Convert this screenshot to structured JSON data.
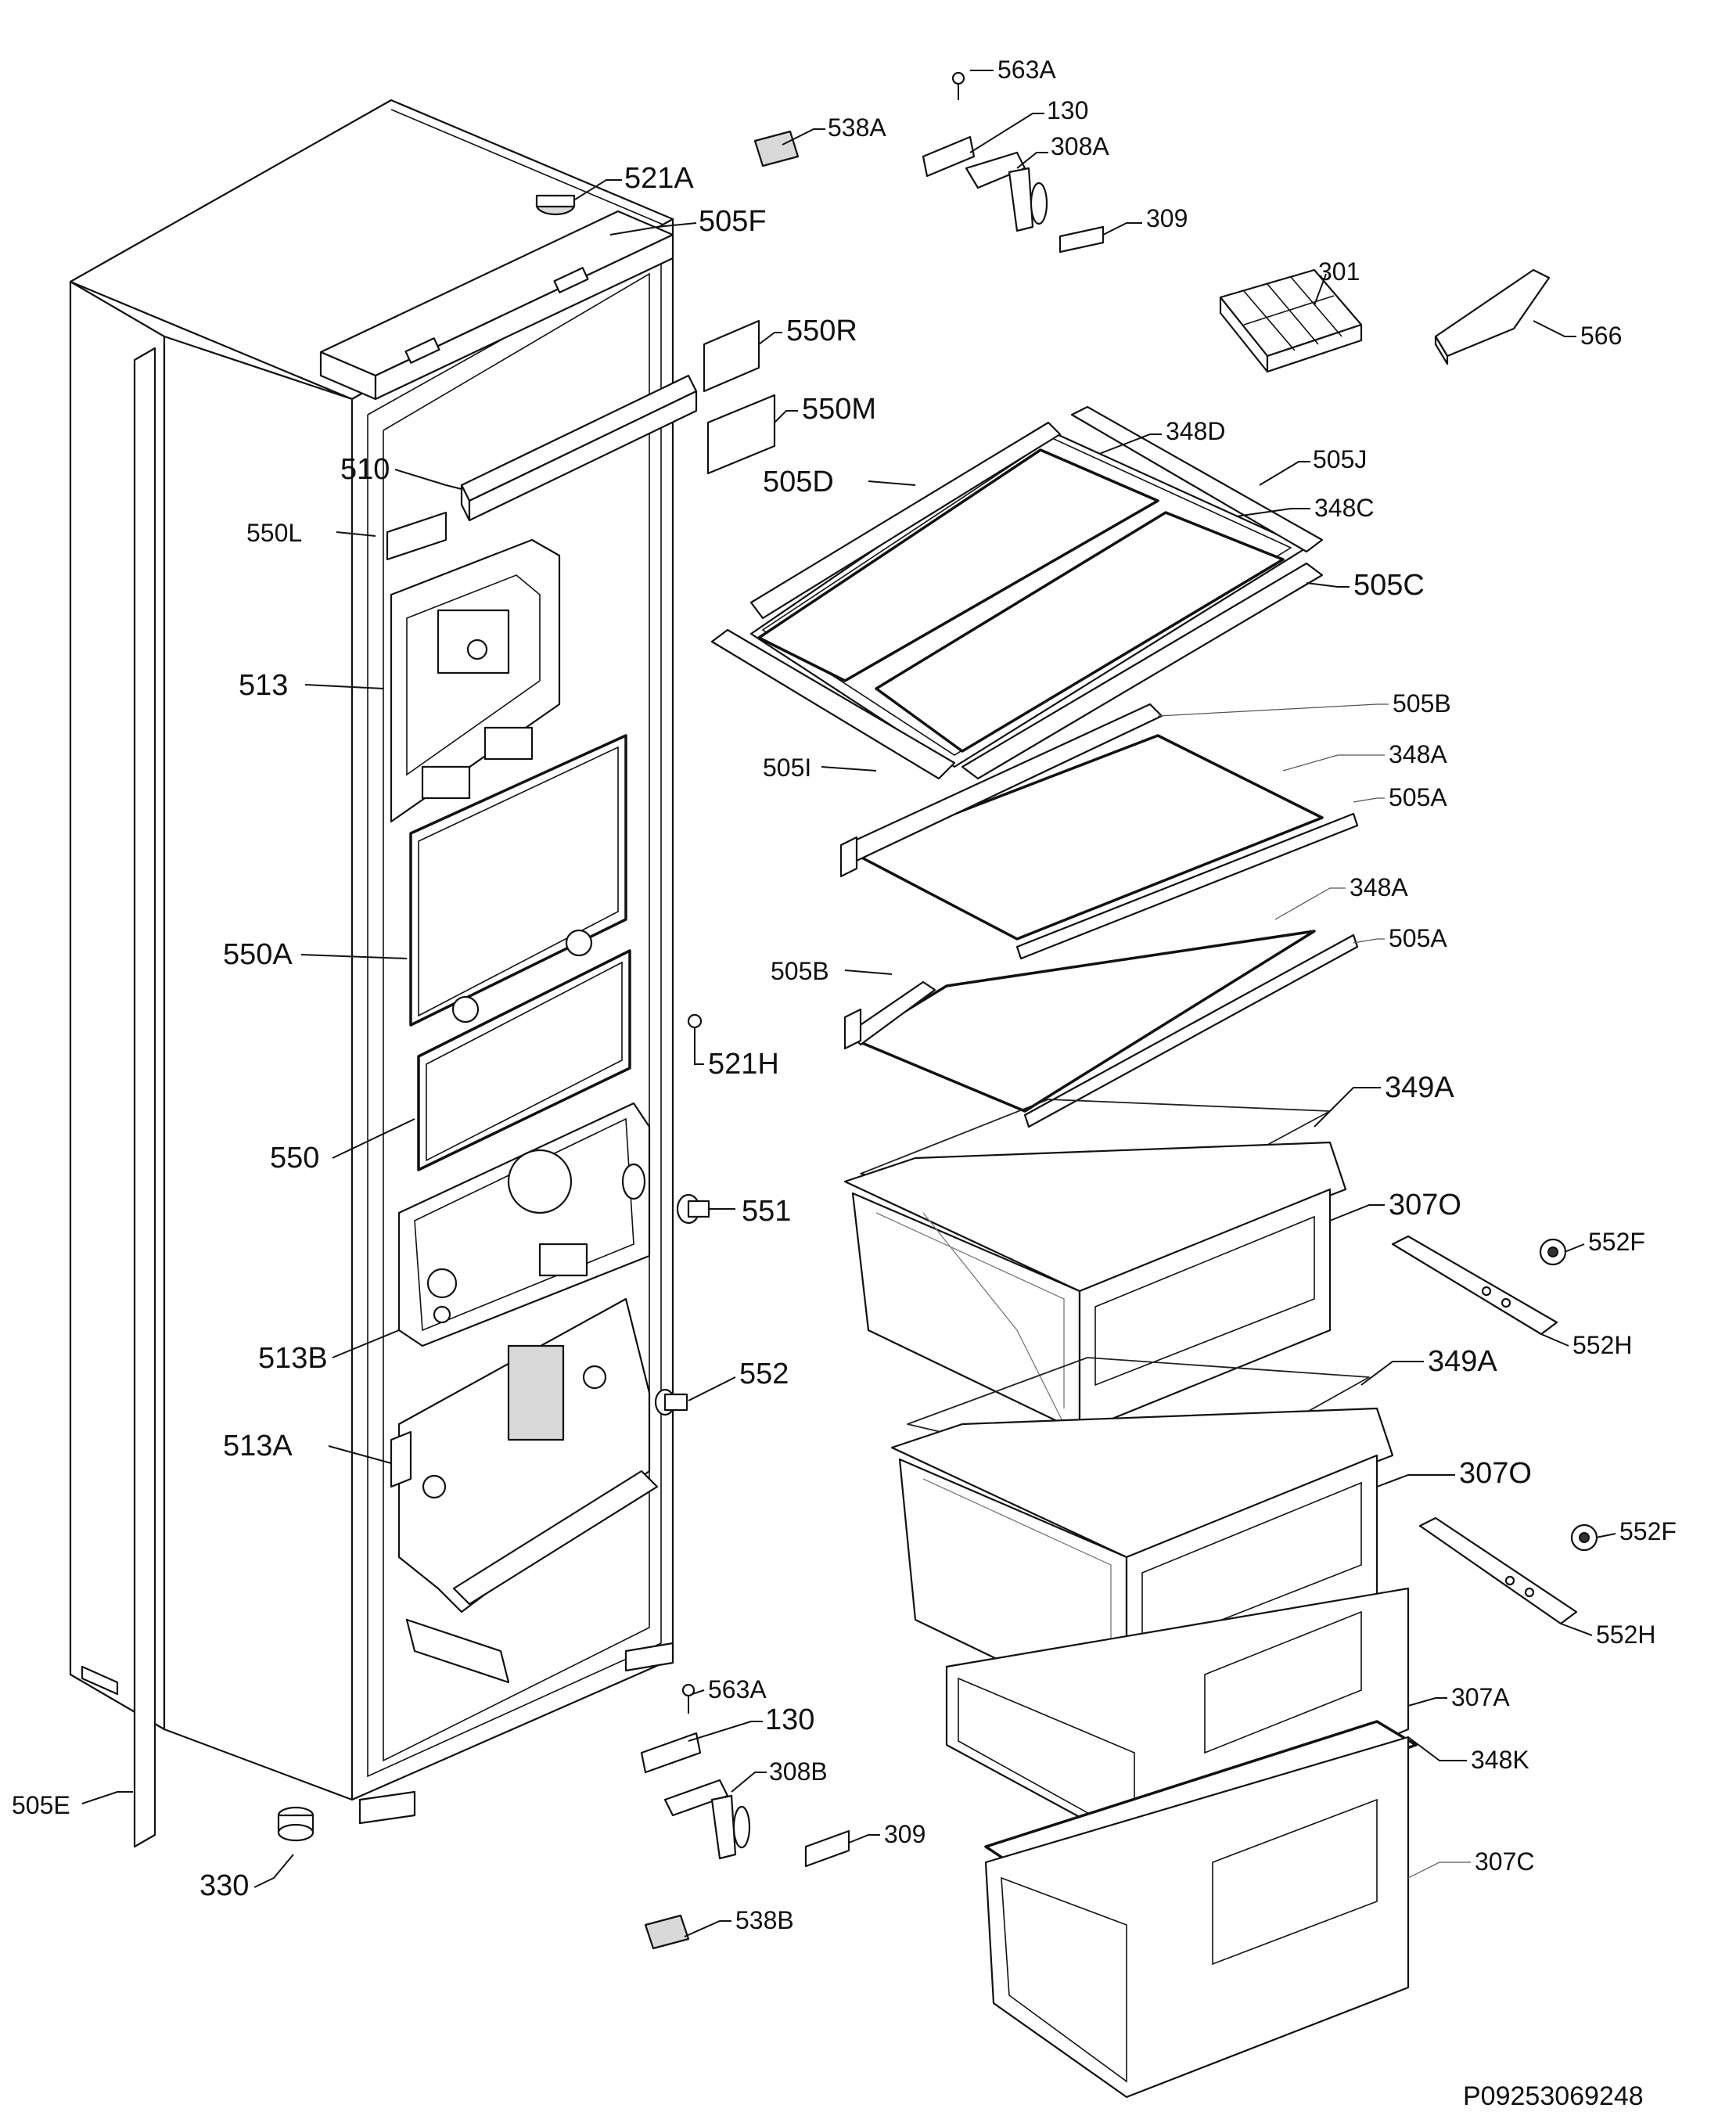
{
  "document_code": "P09253069248",
  "labels": [
    {
      "id": "563A-top",
      "text": "563A"
    },
    {
      "id": "130-top",
      "text": "130"
    },
    {
      "id": "538A",
      "text": "538A"
    },
    {
      "id": "308A",
      "text": "308A"
    },
    {
      "id": "521A",
      "text": "521A"
    },
    {
      "id": "309-top",
      "text": "309"
    },
    {
      "id": "505F",
      "text": "505F"
    },
    {
      "id": "301",
      "text": "301"
    },
    {
      "id": "566",
      "text": "566"
    },
    {
      "id": "550R",
      "text": "550R"
    },
    {
      "id": "550M",
      "text": "550M"
    },
    {
      "id": "348D",
      "text": "348D"
    },
    {
      "id": "505J",
      "text": "505J"
    },
    {
      "id": "510",
      "text": "510"
    },
    {
      "id": "505D",
      "text": "505D"
    },
    {
      "id": "348C",
      "text": "348C"
    },
    {
      "id": "550L",
      "text": "550L"
    },
    {
      "id": "505C",
      "text": "505C"
    },
    {
      "id": "513",
      "text": "513"
    },
    {
      "id": "505B-top",
      "text": "505B"
    },
    {
      "id": "348A-top",
      "text": "348A"
    },
    {
      "id": "505I",
      "text": "505I"
    },
    {
      "id": "505A-top",
      "text": "505A"
    },
    {
      "id": "348A-mid",
      "text": "348A"
    },
    {
      "id": "550A",
      "text": "550A"
    },
    {
      "id": "505B-mid",
      "text": "505B"
    },
    {
      "id": "505A-mid",
      "text": "505A"
    },
    {
      "id": "521H",
      "text": "521H"
    },
    {
      "id": "349A-top",
      "text": "349A"
    },
    {
      "id": "550",
      "text": "550"
    },
    {
      "id": "307O-top",
      "text": "307O"
    },
    {
      "id": "551",
      "text": "551"
    },
    {
      "id": "552F-top",
      "text": "552F"
    },
    {
      "id": "513B",
      "text": "513B"
    },
    {
      "id": "552H-top",
      "text": "552H"
    },
    {
      "id": "349A-bot",
      "text": "349A"
    },
    {
      "id": "552",
      "text": "552"
    },
    {
      "id": "513A",
      "text": "513A"
    },
    {
      "id": "307O-bot",
      "text": "307O"
    },
    {
      "id": "552F-bot",
      "text": "552F"
    },
    {
      "id": "552H-bot",
      "text": "552H"
    },
    {
      "id": "563A-bot",
      "text": "563A"
    },
    {
      "id": "130-bot",
      "text": "130"
    },
    {
      "id": "307A",
      "text": "307A"
    },
    {
      "id": "308B",
      "text": "308B"
    },
    {
      "id": "348K",
      "text": "348K"
    },
    {
      "id": "309-bot",
      "text": "309"
    },
    {
      "id": "505E",
      "text": "505E"
    },
    {
      "id": "307C",
      "text": "307C"
    },
    {
      "id": "330",
      "text": "330"
    },
    {
      "id": "538B",
      "text": "538B"
    }
  ]
}
